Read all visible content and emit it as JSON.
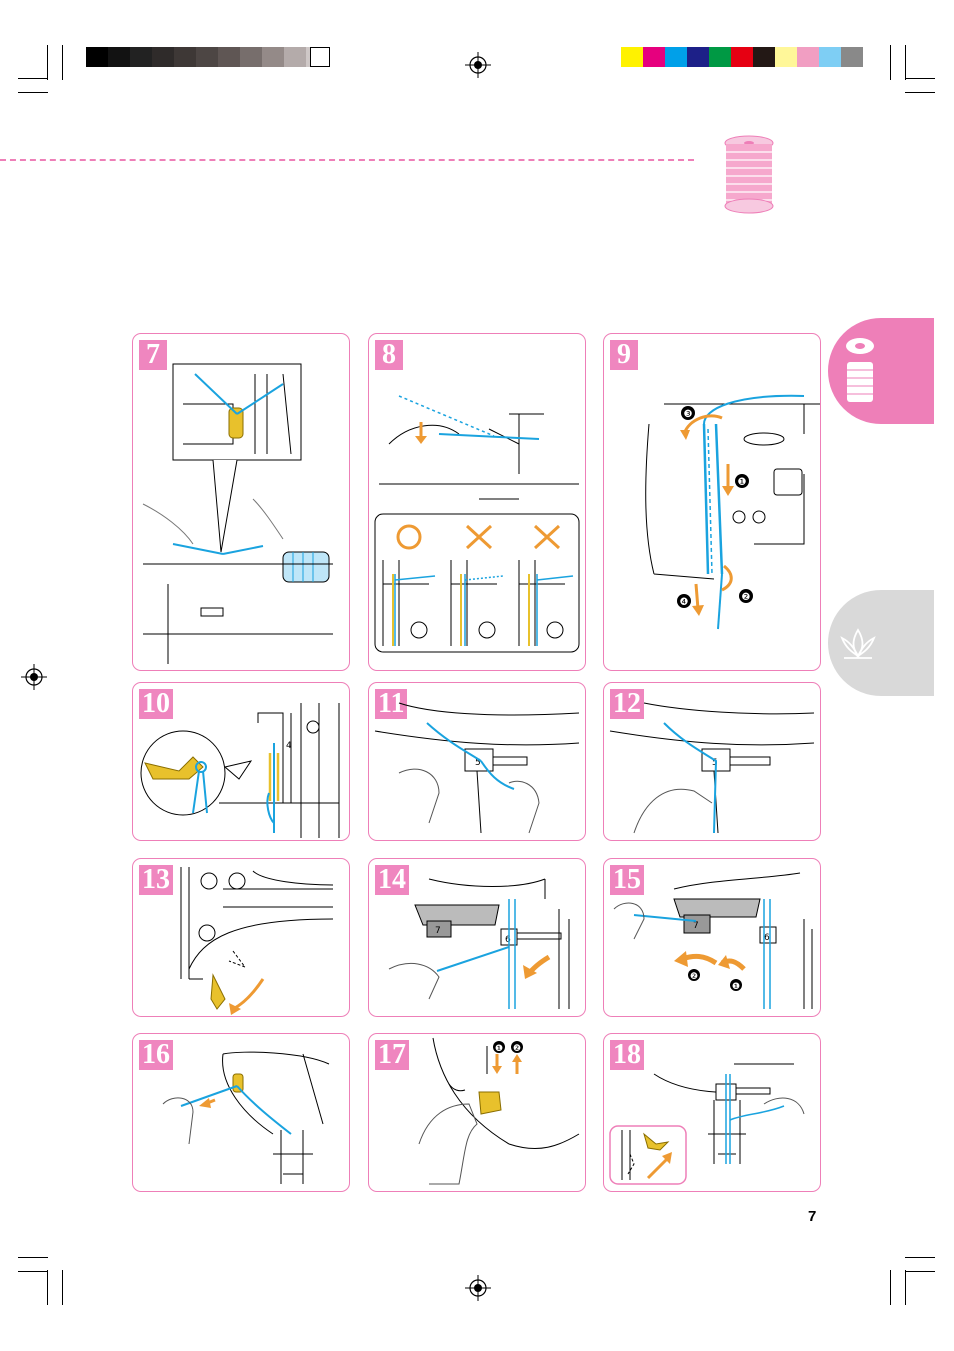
{
  "colors": {
    "panel_border": "#ee7fb8",
    "badge": "#ef86bf",
    "thread": "#1aa3df",
    "arrow": "#ee9a33",
    "lever": "#e8c12c",
    "tab_pink": "#ee7fb8",
    "tab_gray": "#d9d9d9"
  },
  "panels": [
    {
      "step": "7"
    },
    {
      "step": "8"
    },
    {
      "step": "9"
    },
    {
      "step": "10"
    },
    {
      "step": "11"
    },
    {
      "step": "12"
    },
    {
      "step": "13"
    },
    {
      "step": "14"
    },
    {
      "step": "15"
    },
    {
      "step": "16"
    },
    {
      "step": "17"
    },
    {
      "step": "18"
    }
  ],
  "callouts": {
    "p9": [
      "❸",
      "❶",
      "❹",
      "❷"
    ],
    "p10_guide": "4",
    "p11_clamp": "5",
    "p12_clamp": "5",
    "p14": [
      "7",
      "6"
    ],
    "p15": [
      "7",
      "6",
      "❷",
      "❶"
    ],
    "p17": [
      "❶",
      "❷"
    ]
  },
  "page_number": "7"
}
